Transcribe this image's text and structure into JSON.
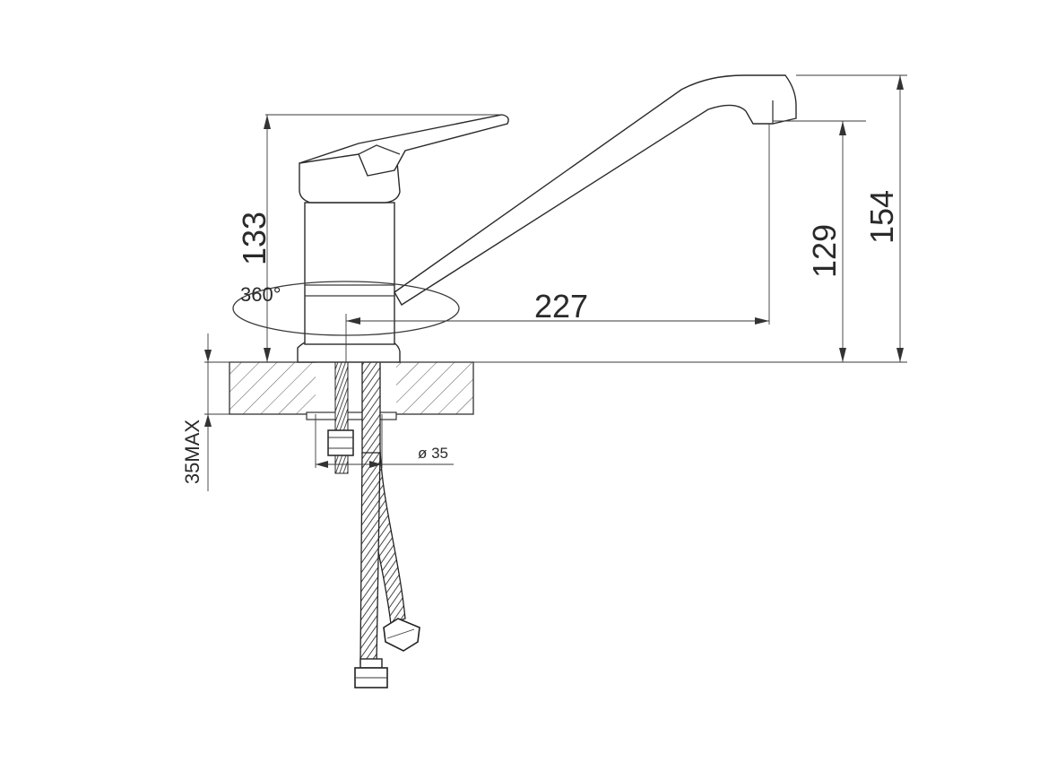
{
  "dimensions": {
    "handle_height": "133",
    "rotation": "360°",
    "spout_reach": "227",
    "spout_clearance": "129",
    "total_height": "154",
    "counter_thickness": "35MAX",
    "hole_diameter": "ø 35"
  },
  "colors": {
    "line": "#3a3a3a",
    "background": "#ffffff"
  }
}
